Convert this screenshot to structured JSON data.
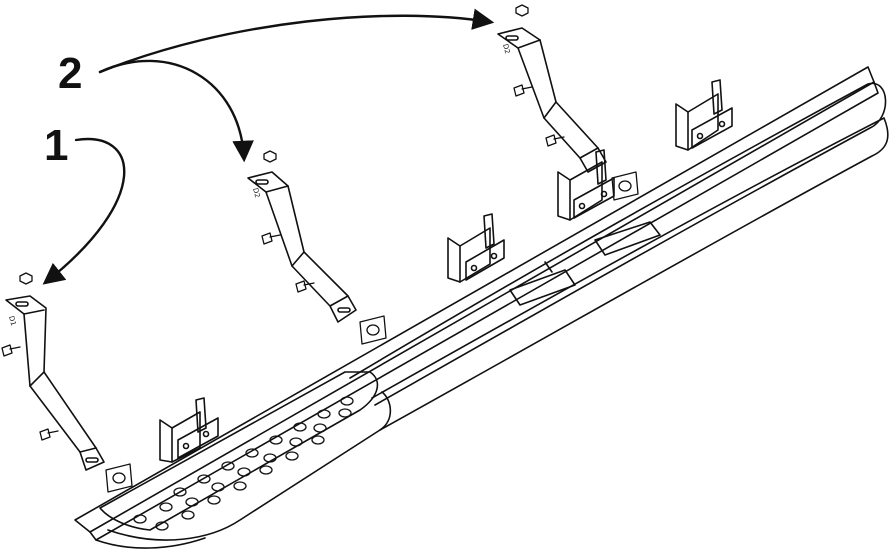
{
  "callouts": [
    {
      "id": "1",
      "label": "1"
    },
    {
      "id": "2",
      "label": "2"
    }
  ],
  "bracket_stamps": {
    "front": "D1",
    "middle": "D2",
    "rear": "D2"
  },
  "colors": {
    "line": "#111111",
    "background": "#ffffff"
  }
}
